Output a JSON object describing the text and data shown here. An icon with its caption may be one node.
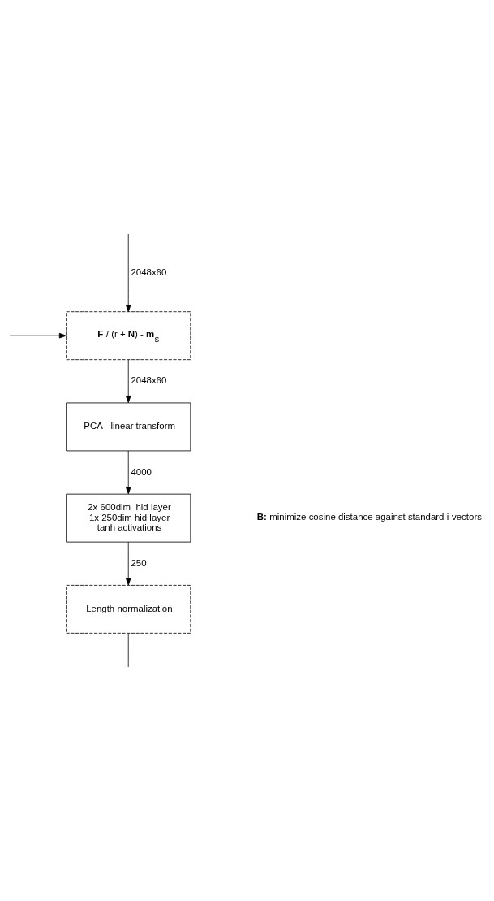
{
  "diagram": {
    "nodes": [
      {
        "text": [
          "**F** / (r + **N**) - **m**$_{s}$"
        ]
      },
      {
        "text": [
          "PCA - linear transform"
        ]
      },
      {
        "text": [
          "2x 600dim  hid layer 1x 250dim hid layer tanh activations"
        ]
      },
      {
        "text": [
          "Length normalization"
        ]
      }
    ],
    "edges": [
      {
        "from": null,
        "to": 0,
        "arrow": "to",
        "label": "2048x60"
      },
      {
        "from": null,
        "to": 0,
        "arrow": "to"
      },
      {
        "from": 0,
        "to": 1,
        "arrow": "to",
        "label": "2048x60"
      },
      {
        "from": 1,
        "to": 2,
        "arrow": "to",
        "label": "4000"
      },
      {
        "from": 2,
        "to": 3,
        "arrow": "to",
        "label": "250"
      },
      {
        "from": 3,
        "to": null,
        "arrow": "none"
      }
    ],
    "labels": [
      "**B:** minimize cosine distance against standard i-vectors"
    ]
  }
}
